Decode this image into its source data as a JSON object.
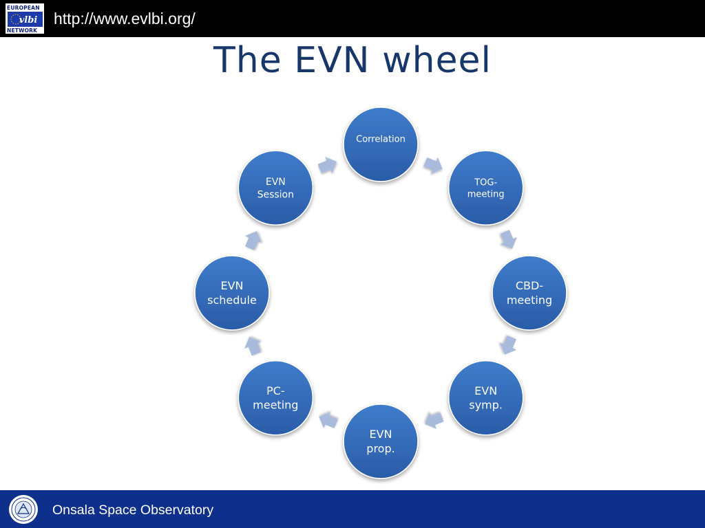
{
  "header": {
    "logo_line1": "EUROPEAN",
    "logo_mark": "vlbi",
    "logo_line2": "NETWORK",
    "url": "http://www.evlbi.org/"
  },
  "slide": {
    "title": "The EVN wheel"
  },
  "diagram": {
    "nodes": [
      {
        "line1": "Correlation",
        "line2": ""
      },
      {
        "line1": "TOG-",
        "line2": "meeting"
      },
      {
        "line1": "CBD-",
        "line2": "meeting"
      },
      {
        "line1": "EVN",
        "line2": "symp."
      },
      {
        "line1": "EVN",
        "line2": "prop."
      },
      {
        "line1": "PC-",
        "line2": "meeting"
      },
      {
        "line1": "EVN",
        "line2": "schedule"
      },
      {
        "line1": "EVN",
        "line2": "Session"
      }
    ],
    "colors": {
      "node_fill_top": "#3f7ccb",
      "node_fill_bottom": "#2a5ca8",
      "arrow_fill": "#a9bbdc"
    }
  },
  "footer": {
    "text": "Onsala Space Observatory"
  }
}
